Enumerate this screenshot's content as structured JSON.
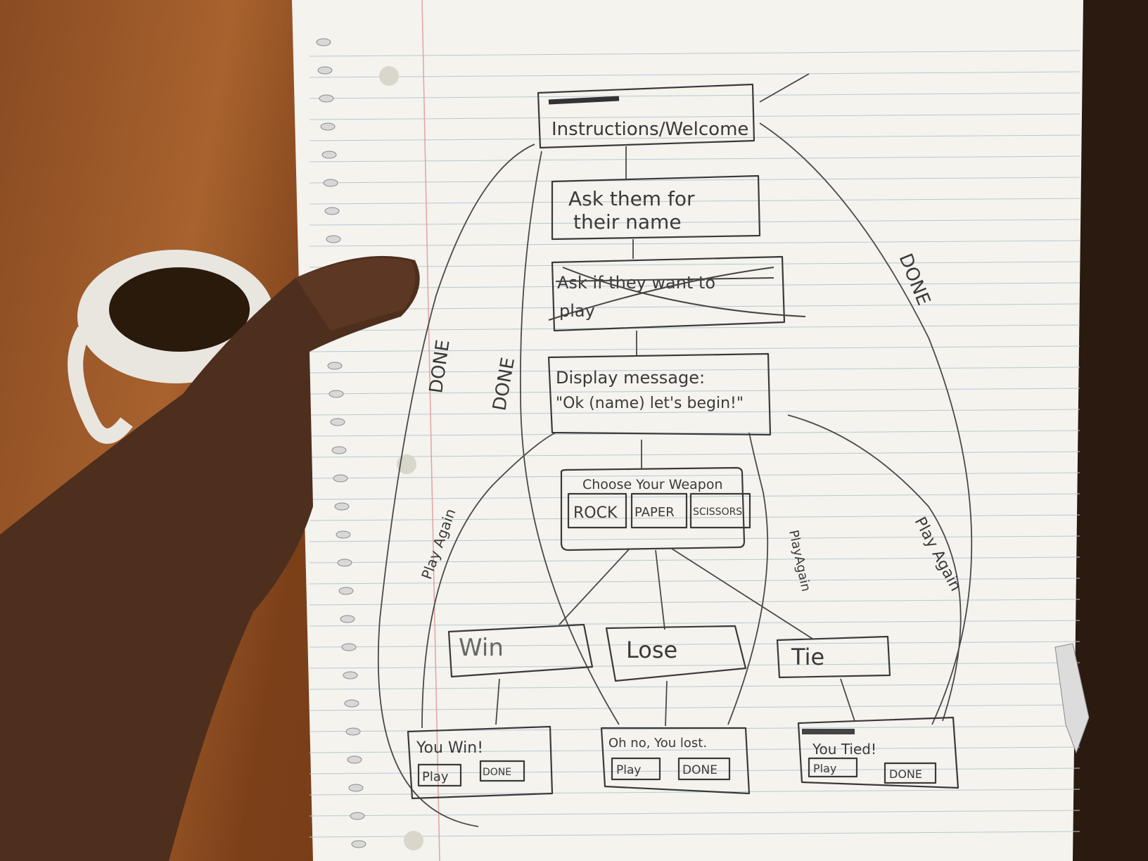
{
  "diagram": {
    "start": "Instructions/Welcome",
    "ask_name": [
      "Ask them for",
      "their name"
    ],
    "crossed_out": [
      "Ask if they want to",
      "play"
    ],
    "display": [
      "Display message:",
      "\"Ok (name) let's begin!\""
    ],
    "weapon": {
      "title": "Choose Your Weapon",
      "options": [
        "ROCK",
        "PAPER",
        "SCISSORS"
      ]
    },
    "outcomes": [
      "Win",
      "Lose",
      "Tie"
    ],
    "results": [
      {
        "message": "You Win!",
        "play": "Play",
        "done": "DONE"
      },
      {
        "message": "Oh no, You lost.",
        "play": "Play",
        "done": "DONE"
      },
      {
        "message": "You Tied!",
        "play": "Play",
        "done": "DONE"
      }
    ],
    "edge_labels": {
      "done": "DONE",
      "play_again": "Play Again",
      "playagain": "PlayAgain"
    }
  }
}
